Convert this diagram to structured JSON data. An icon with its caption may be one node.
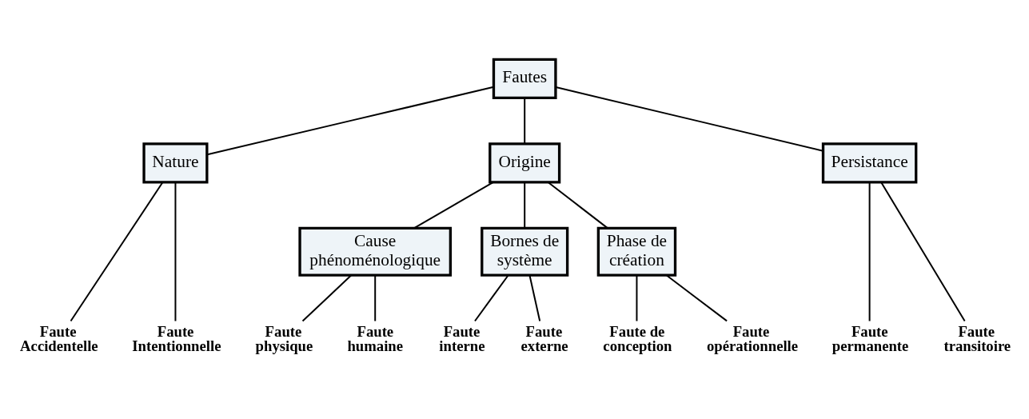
{
  "diagram": {
    "nodes": [
      {
        "text": [
          "Fautes"
        ]
      },
      {
        "text": [
          "Nature"
        ]
      },
      {
        "text": [
          "Origine"
        ]
      },
      {
        "text": [
          "Persistance"
        ]
      },
      {
        "text": [
          "Cause phénoménologique"
        ]
      },
      {
        "text": [
          "Bornes de système"
        ]
      },
      {
        "text": [
          "Phase de création"
        ]
      },
      {
        "text": [
          "Faute Accidentelle"
        ]
      },
      {
        "text": [
          "Faute Intentionnelle"
        ]
      },
      {
        "text": [
          "Faute physique"
        ]
      },
      {
        "text": [
          "Faute humaine"
        ]
      },
      {
        "text": [
          "Faute interne"
        ]
      },
      {
        "text": [
          "Faute externe"
        ]
      },
      {
        "text": [
          "Faute de conception"
        ]
      },
      {
        "text": [
          "Faute opérationnelle"
        ]
      },
      {
        "text": [
          "Faute permanente"
        ]
      },
      {
        "text": [
          "Faute transitoire"
        ]
      }
    ],
    "edges": [
      {
        "from": 0,
        "to": 1,
        "arrow": "none"
      },
      {
        "from": 0,
        "to": 2,
        "arrow": "none"
      },
      {
        "from": 0,
        "to": 3,
        "arrow": "none"
      },
      {
        "from": 2,
        "to": 4,
        "arrow": "none"
      },
      {
        "from": 2,
        "to": 5,
        "arrow": "none"
      },
      {
        "from": 2,
        "to": 6,
        "arrow": "none"
      },
      {
        "from": 1,
        "to": 7,
        "arrow": "none"
      },
      {
        "from": 1,
        "to": 8,
        "arrow": "none"
      },
      {
        "from": 4,
        "to": 9,
        "arrow": "none"
      },
      {
        "from": 4,
        "to": 10,
        "arrow": "none"
      },
      {
        "from": 5,
        "to": 11,
        "arrow": "none"
      },
      {
        "from": 5,
        "to": 12,
        "arrow": "none"
      },
      {
        "from": 6,
        "to": 13,
        "arrow": "none"
      },
      {
        "from": 6,
        "to": 14,
        "arrow": "none"
      },
      {
        "from": 3,
        "to": 15,
        "arrow": "none"
      },
      {
        "from": 3,
        "to": 16,
        "arrow": "none"
      }
    ]
  }
}
